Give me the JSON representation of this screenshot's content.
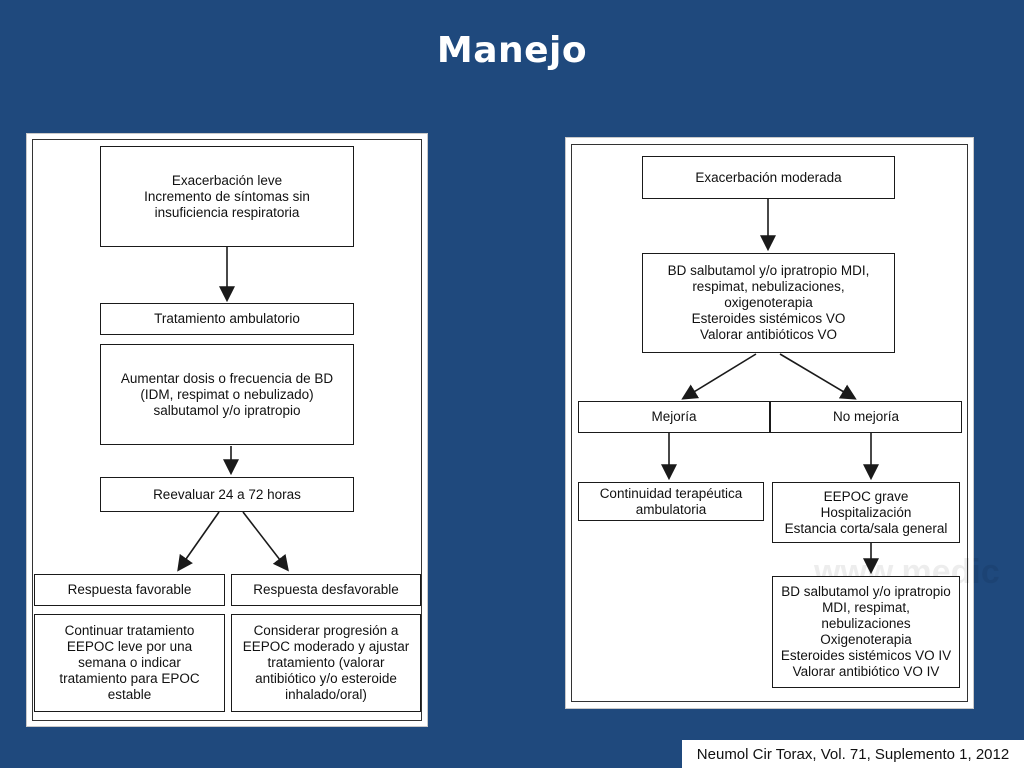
{
  "slide": {
    "title": "Manejo",
    "citation": "Neumol Cir Torax, Vol. 71, Suplemento 1, 2012"
  },
  "left_flow": {
    "start": "Exacerbación leve\nIncremento de síntomas sin\ninsuficiencia respiratoria",
    "treatment": "Tratamiento ambulatorio",
    "increase_dose": "Aumentar dosis o frecuencia de BD\n(IDM, respimat o nebulizado)\nsalbutamol y/o ipratropio",
    "reevaluate": "Reevaluar 24 a 72 horas",
    "favorable": "Respuesta favorable",
    "unfavorable": "Respuesta desfavorable",
    "favorable_action": "Continuar tratamiento\nEEPOC leve por una\nsemana o indicar\ntratamiento para EPOC\nestable",
    "unfavorable_action": "Considerar progresión a\nEEPOC moderado y ajustar\ntratamiento (valorar\nantibiótico y/o esteroide\ninhalado/oral)"
  },
  "right_flow": {
    "start": "Exacerbación moderada",
    "treatment": "BD salbutamol y/o ipratropio MDI,\nrespimat, nebulizaciones,\noxigenoterapia\nEsteroides sistémicos VO\nValorar antibióticos VO",
    "improvement": "Mejoría",
    "no_improvement": "No mejoría",
    "continuity": "Continuidad terapéutica\nambulatoria",
    "severe": "EEPOC grave\nHospitalización\nEstancia corta/sala general",
    "severe_treatment": "BD salbutamol y/o ipratropio\nMDI, respimat,\nnebulizaciones\nOxigenoterapia\nEsteroides sistémicos VO IV\nValorar antibiótico VO IV"
  },
  "watermark": "www.medic"
}
